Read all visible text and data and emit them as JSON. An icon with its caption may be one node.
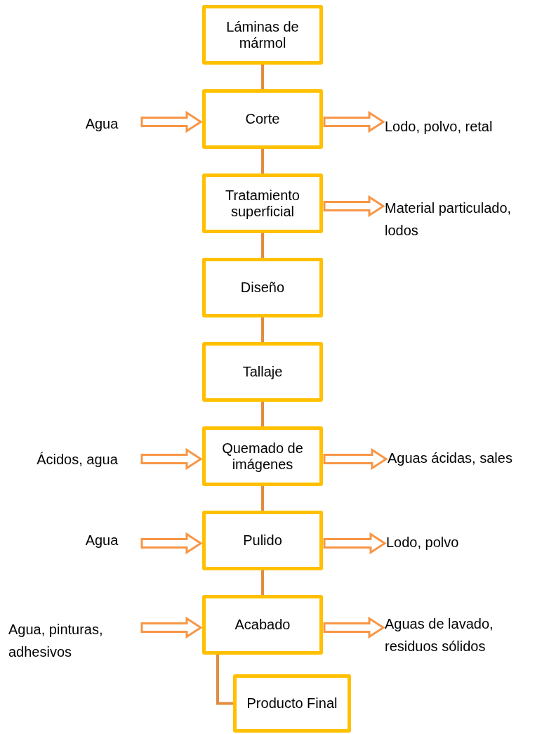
{
  "diagram": {
    "nodes": [
      {
        "text": [
          "Láminas de mármol"
        ]
      },
      {
        "text": [
          "Agua"
        ]
      },
      {
        "text": [
          "Corte"
        ]
      },
      {
        "text": [
          "Lodo, polvo, retal"
        ]
      },
      {
        "text": [
          "Tratamiento superficial"
        ]
      },
      {
        "text": [
          "Material particulado, lodos"
        ]
      },
      {
        "text": [
          "Diseño"
        ]
      },
      {
        "text": [
          "Tallaje"
        ]
      },
      {
        "text": [
          "Ácidos, agua"
        ]
      },
      {
        "text": [
          "Quemado de imágenes"
        ]
      },
      {
        "text": [
          "Aguas ácidas, sales"
        ]
      },
      {
        "text": [
          "Agua"
        ]
      },
      {
        "text": [
          "Pulido"
        ]
      },
      {
        "text": [
          "Lodo, polvo"
        ]
      },
      {
        "text": [
          "Agua, pinturas, adhesivos"
        ]
      },
      {
        "text": [
          "Acabado"
        ]
      },
      {
        "text": [
          "Aguas de lavado, residuos sólidos"
        ]
      },
      {
        "text": [
          "Producto Final"
        ]
      }
    ],
    "edges": [
      {
        "from": 0,
        "to": 2,
        "arrow": "none",
        "color": "#e38b41"
      },
      {
        "from": 2,
        "to": 4,
        "arrow": "none",
        "color": "#e38b41"
      },
      {
        "from": 4,
        "to": 6,
        "arrow": "none",
        "color": "#e38b41"
      },
      {
        "from": 6,
        "to": 7,
        "arrow": "none",
        "color": "#e38b41"
      },
      {
        "from": 7,
        "to": 9,
        "arrow": "none",
        "color": "#e38b41"
      },
      {
        "from": 9,
        "to": 12,
        "arrow": "none",
        "color": "#e38b41"
      },
      {
        "from": 12,
        "to": 15,
        "arrow": "none",
        "color": "#e38b41"
      },
      {
        "from": 15,
        "to": 17,
        "arrow": "none",
        "color": "#e38b41"
      },
      {
        "from": 1,
        "to": 2,
        "arrow": "to"
      },
      {
        "from": 2,
        "to": 3,
        "arrow": "to"
      },
      {
        "from": 4,
        "to": 5,
        "arrow": "to"
      },
      {
        "from": 8,
        "to": 9,
        "arrow": "to"
      },
      {
        "from": 9,
        "to": 10,
        "arrow": "to"
      },
      {
        "from": 11,
        "to": 12,
        "arrow": "to"
      },
      {
        "from": 12,
        "to": 13,
        "arrow": "to"
      },
      {
        "from": 14,
        "to": 15,
        "arrow": "to"
      },
      {
        "from": 15,
        "to": 16,
        "arrow": "to"
      }
    ]
  }
}
